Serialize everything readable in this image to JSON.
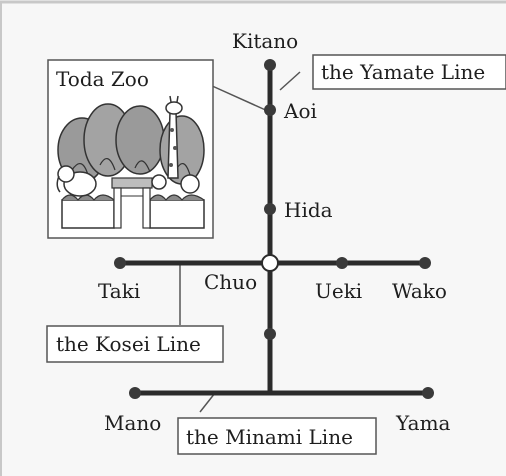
{
  "stations": {
    "kitano": "Kitano",
    "aoi": "Aoi",
    "hida": "Hida",
    "chuo": "Chuo",
    "taki": "Taki",
    "ueki": "Ueki",
    "wako": "Wako",
    "mano": "Mano",
    "yama": "Yama"
  },
  "lines": {
    "yamate": "the Yamate Line",
    "kosei": "the Kosei Line",
    "minami": "the Minami Line"
  },
  "zoo": {
    "title": "Toda Zoo"
  },
  "colors": {
    "line": "#2b2b2b",
    "station": "#3a3a3a",
    "transfer": "#ffffff",
    "box_border": "#555555",
    "background": "#f7f7f7"
  }
}
